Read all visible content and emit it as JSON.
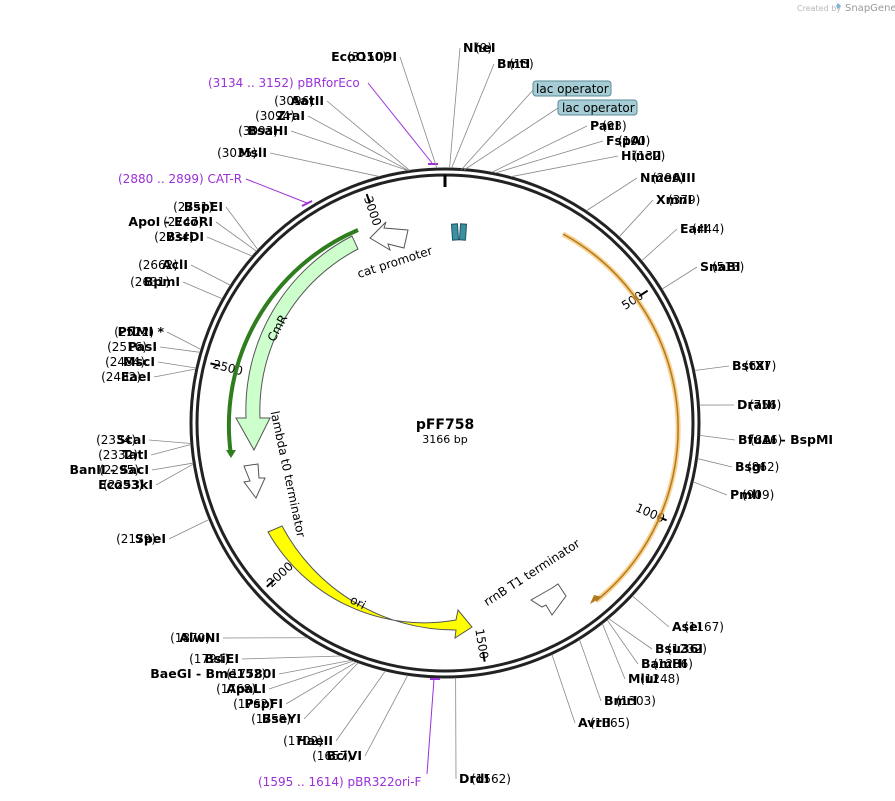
{
  "credit": {
    "created_by": "Created by",
    "brand": "SnapGene"
  },
  "plasmid": {
    "name": "pFF758",
    "size_label": "3166 bp",
    "length": 3166
  },
  "ring_ticks": [
    "500",
    "1000",
    "1500",
    "2000",
    "2500",
    "3000"
  ],
  "lac_boxes": [
    "lac operator",
    "lac operator"
  ],
  "features": [
    {
      "label": "cat promoter",
      "color": "#ffffff"
    },
    {
      "label": "CmR",
      "color": "#ccffcc"
    },
    {
      "label": "lambda t0 terminator",
      "color": "#ffffff"
    },
    {
      "label": "ori",
      "color": "#ffff00"
    },
    {
      "label": "rrnB T1 terminator",
      "color": "#ffffff"
    }
  ],
  "orange_track_color": "#f5b041",
  "primer_color": "#9b30d9",
  "sites": [
    {
      "name": "NheI",
      "pos": "(9)"
    },
    {
      "name": "BmtI",
      "pos": "(13)"
    },
    {
      "name": "PacI",
      "pos": "(93)"
    },
    {
      "name": "FspAI",
      "pos": "(100)"
    },
    {
      "name": "HincII",
      "pos": "(132)"
    },
    {
      "name": "NmeAIII",
      "pos": "(296)"
    },
    {
      "name": "XmnI",
      "pos": "(379)"
    },
    {
      "name": "EarI",
      "pos": "(444)"
    },
    {
      "name": "SnaBI",
      "pos": "(513)"
    },
    {
      "name": "BstXI",
      "pos": "(687)"
    },
    {
      "name": "DraIII",
      "pos": "(756)"
    },
    {
      "name": "BfuAI  -  BspMI",
      "pos": "(816)"
    },
    {
      "name": "BsgI",
      "pos": "(862)"
    },
    {
      "name": "PmlI",
      "pos": "(909)"
    },
    {
      "name": "AseI",
      "pos": "(1167)"
    },
    {
      "name": "Bsu36I",
      "pos": "(1232)"
    },
    {
      "name": "BamHI",
      "pos": "(1236)"
    },
    {
      "name": "MluI",
      "pos": "(1248)"
    },
    {
      "name": "BmrI",
      "pos": "(1303)"
    },
    {
      "name": "AvrII",
      "pos": "(1365)"
    },
    {
      "name": "DrdI",
      "pos": "(1562)"
    },
    {
      "name": "BciVI",
      "pos": "(1657)"
    },
    {
      "name": "HaeII",
      "pos": "(1702)"
    },
    {
      "name": "BseYI",
      "pos": "(1758)"
    },
    {
      "name": "PspFI",
      "pos": "(1762)"
    },
    {
      "name": "ApaLI",
      "pos": "(1768)"
    },
    {
      "name": "BaeGI  -  Bme1580I",
      "pos": "(1772)"
    },
    {
      "name": "BsiEI",
      "pos": "(1794)"
    },
    {
      "name": "AlwNI",
      "pos": "(1870)"
    },
    {
      "name": "SpeI",
      "pos": "(2179)"
    },
    {
      "name": "Eco53kI",
      "pos": "(2293)"
    },
    {
      "name": "BanII  -  SacI",
      "pos": "(2295)"
    },
    {
      "name": "TatI",
      "pos": "(2332)"
    },
    {
      "name": "ScaI",
      "pos": "(2334)"
    },
    {
      "name": "EaeI",
      "pos": "(2482)"
    },
    {
      "name": "MscI",
      "pos": "(2484)"
    },
    {
      "name": "PasI",
      "pos": "(2516)"
    },
    {
      "name": "PflMI *",
      "pos": "(2522)"
    },
    {
      "name": "BpmI",
      "pos": "(2631)"
    },
    {
      "name": "AclI",
      "pos": "(2662)"
    },
    {
      "name": "BsrDI",
      "pos": "(2734)"
    },
    {
      "name": "ApoI  -  EcoRI",
      "pos": "(2747)"
    },
    {
      "name": "BspEI",
      "pos": "(2751)"
    },
    {
      "name": "MslI",
      "pos": "(3035)"
    },
    {
      "name": "BsaHI",
      "pos": "(3093)"
    },
    {
      "name": "ZraI",
      "pos": "(3094)"
    },
    {
      "name": "AatII",
      "pos": "(3096)"
    },
    {
      "name": "EcoO109I",
      "pos": "(3150)"
    }
  ],
  "primers": [
    {
      "label": "(3134 .. 3152)  pBRforEco"
    },
    {
      "label": "(2880 .. 2899)  CAT-R"
    },
    {
      "label": "(1595 .. 1614)  pBR322ori-F"
    }
  ]
}
